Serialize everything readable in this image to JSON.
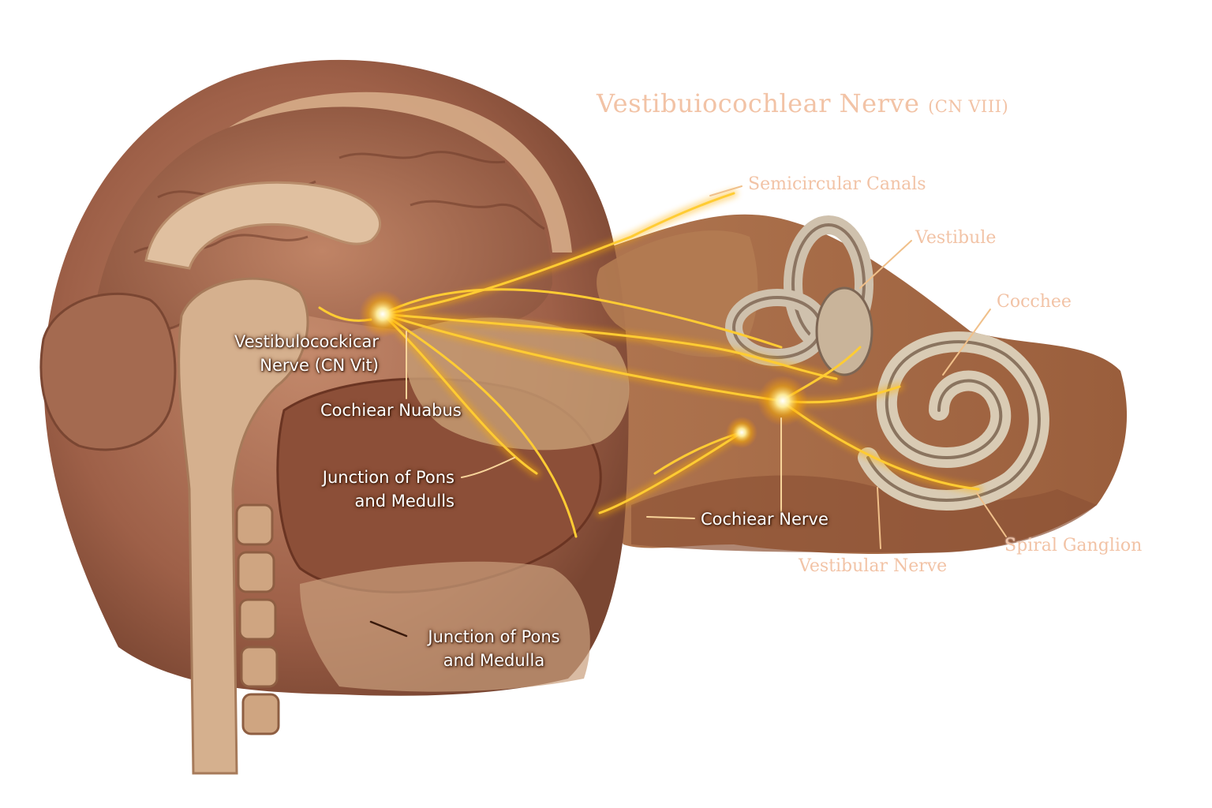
{
  "title": {
    "main": "Vestibuiocochlear Nerve",
    "sub": "(CN VIII)"
  },
  "labels": {
    "semicircular_canals": "Semicircular Canals",
    "vestibule": "Vestibule",
    "cochlea": "Cocchee",
    "nerve_line1": "Vestibulocockicar",
    "nerve_line2": "Nerve (CN Vit)",
    "cochlear_nucleus": "Cochiear Nuabus",
    "junction_upper_line1": "Junction of Pons",
    "junction_upper_line2": "and Medulls",
    "cochlear_nerve": "Cochiear Nerve",
    "vestibular_nerve": "Vestibular Nerve",
    "spiral_ganglion": "Spiral Ganglion",
    "junction_lower_line1": "Junction of Pons",
    "junction_lower_line2": "and Medulla"
  },
  "colors": {
    "skin": "#a86a52",
    "brain": "#b57f60",
    "bone": "#d8b58f",
    "nerve_glow": "#ffb000",
    "label_light": "#f2c3a6"
  }
}
